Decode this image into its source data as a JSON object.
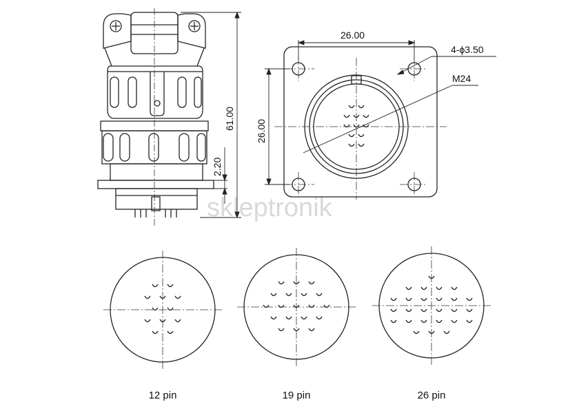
{
  "dimensions": {
    "flange_width": "26.00",
    "flange_height": "26.00",
    "total_length": "61.00",
    "flange_thickness": "2.20",
    "mounting_holes": "4-ϕ3.50",
    "thread": "M24"
  },
  "watermark": "skleptronik",
  "pin_layouts": [
    {
      "label": "12 pin"
    },
    {
      "label": "19 pin"
    },
    {
      "label": "26 pin"
    }
  ]
}
